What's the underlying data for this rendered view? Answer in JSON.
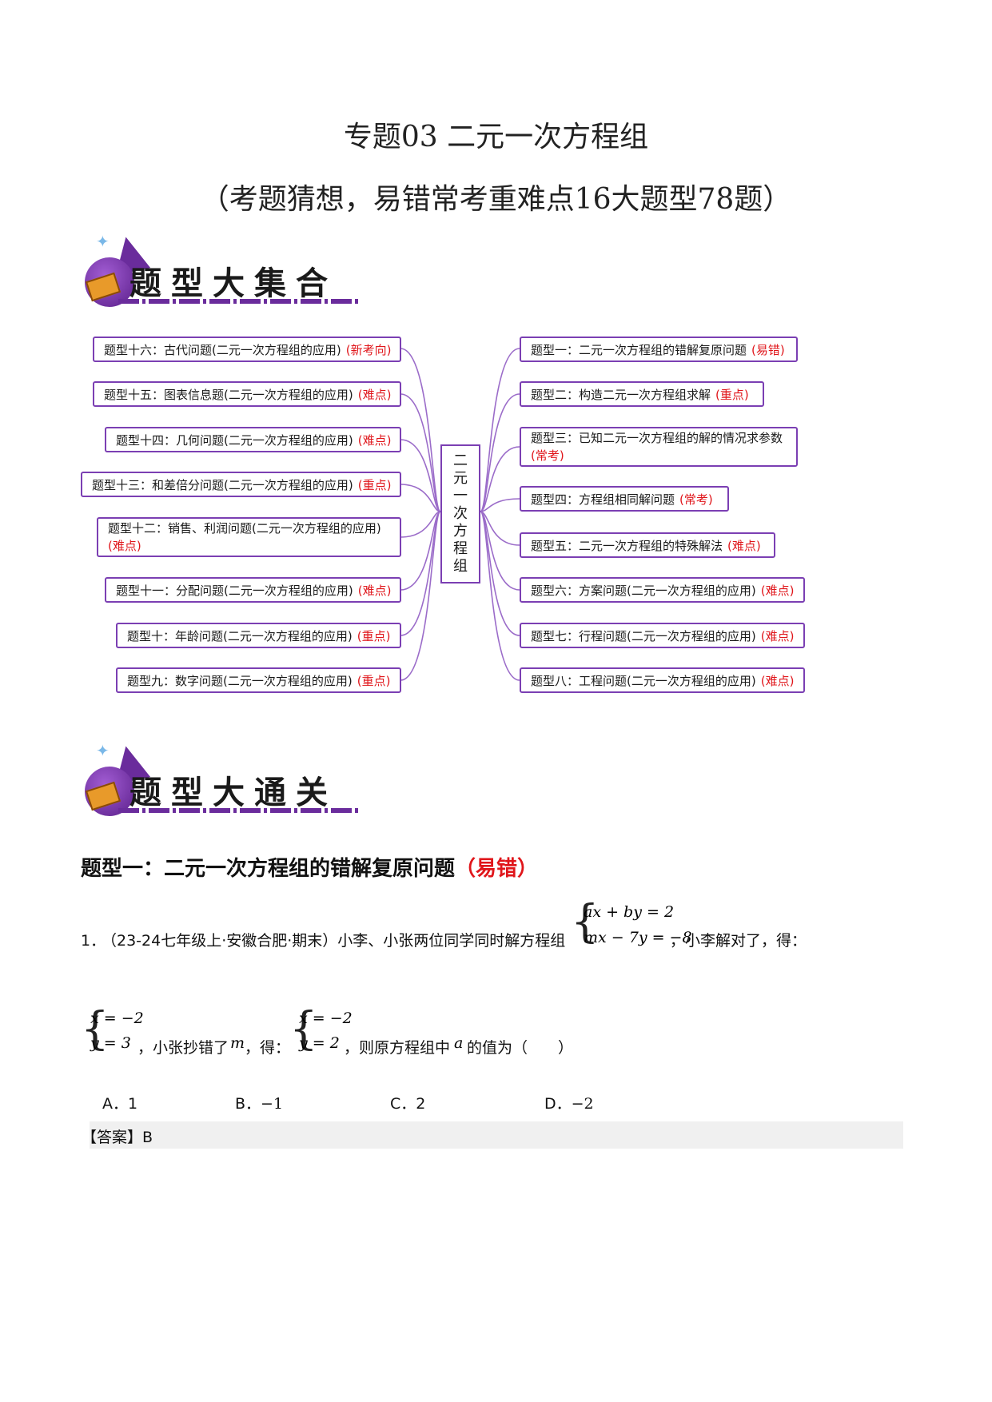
{
  "document": {
    "title": "专题03  二元一次方程组",
    "subtitle": "（考题猜想，易错常考重难点16大题型78题）"
  },
  "banner_collection": {
    "text": "题型大集合"
  },
  "banner_pass": {
    "text": "题型大通关"
  },
  "mindmap": {
    "center_chars": [
      "二",
      "元",
      "一",
      "次",
      "方",
      "程",
      "组"
    ],
    "left_nodes": [
      {
        "label": "题型十六：古代问题(二元一次方程组的应用)",
        "tag": "(新考向)"
      },
      {
        "label": "题型十五：图表信息题(二元一次方程组的应用)",
        "tag": "(难点)"
      },
      {
        "label": "题型十四：几何问题(二元一次方程组的应用)",
        "tag": "(难点)"
      },
      {
        "label": "题型十三：和差倍分问题(二元一次方程组的应用)",
        "tag": "(重点)"
      },
      {
        "label": "题型十二：销售、利润问题(二元一次方程组的应用)",
        "tag": "(难点)"
      },
      {
        "label": "题型十一：分配问题(二元一次方程组的应用)",
        "tag": "(难点)"
      },
      {
        "label": "题型十：年龄问题(二元一次方程组的应用)",
        "tag": "(重点)"
      },
      {
        "label": "题型九：数字问题(二元一次方程组的应用)",
        "tag": "(重点)"
      }
    ],
    "right_nodes": [
      {
        "label": "题型一：二元一次方程组的错解复原问题",
        "tag": "(易错)"
      },
      {
        "label": "题型二：构造二元一次方程组求解",
        "tag": "(重点)"
      },
      {
        "label": "题型三：已知二元一次方程组的解的情况求参数",
        "tag": "(常考)"
      },
      {
        "label": "题型四：方程组相同解问题",
        "tag": "(常考)"
      },
      {
        "label": "题型五：二元一次方程组的特殊解法",
        "tag": "(难点)"
      },
      {
        "label": "题型六：方案问题(二元一次方程组的应用)",
        "tag": "(难点)"
      },
      {
        "label": "题型七：行程问题(二元一次方程组的应用)",
        "tag": "(难点)"
      },
      {
        "label": "题型八：工程问题(二元一次方程组的应用)",
        "tag": "(难点)"
      }
    ]
  },
  "section1": {
    "heading": "题型一：二元一次方程组的错解复原问题",
    "heading_tag": "（易错）"
  },
  "question1": {
    "number": "1．",
    "source": "（23-24七年级上·安徽合肥·期末）小李、小张两位同学同时解方程组",
    "system_eq1": "ax + by = 2",
    "system_eq2": "mx − 7y = −8",
    "after_system": "，小李解对了，得：",
    "sol1_x": "x = −2",
    "sol1_y": "y = 3",
    "mid_text_a": "，小张抄错了",
    "mid_var_m": "m",
    "mid_text_b": "，得：",
    "sol2_x": "x = −2",
    "sol2_y": "y = 2",
    "tail_text_a": "，则原方程组中",
    "tail_var_a": "a",
    "tail_text_b": "的值为（　　）",
    "options": [
      {
        "key": "A．",
        "value": "1"
      },
      {
        "key": "B．",
        "value": "−1"
      },
      {
        "key": "C．",
        "value": "2"
      },
      {
        "key": "D．",
        "value": "−2"
      }
    ],
    "answer_label": "【答案】",
    "answer_value": "B"
  },
  "colors": {
    "accent_purple": "#7b3fb3",
    "tag_red": "#e0161b",
    "answer_bg": "#f0f0f0"
  }
}
